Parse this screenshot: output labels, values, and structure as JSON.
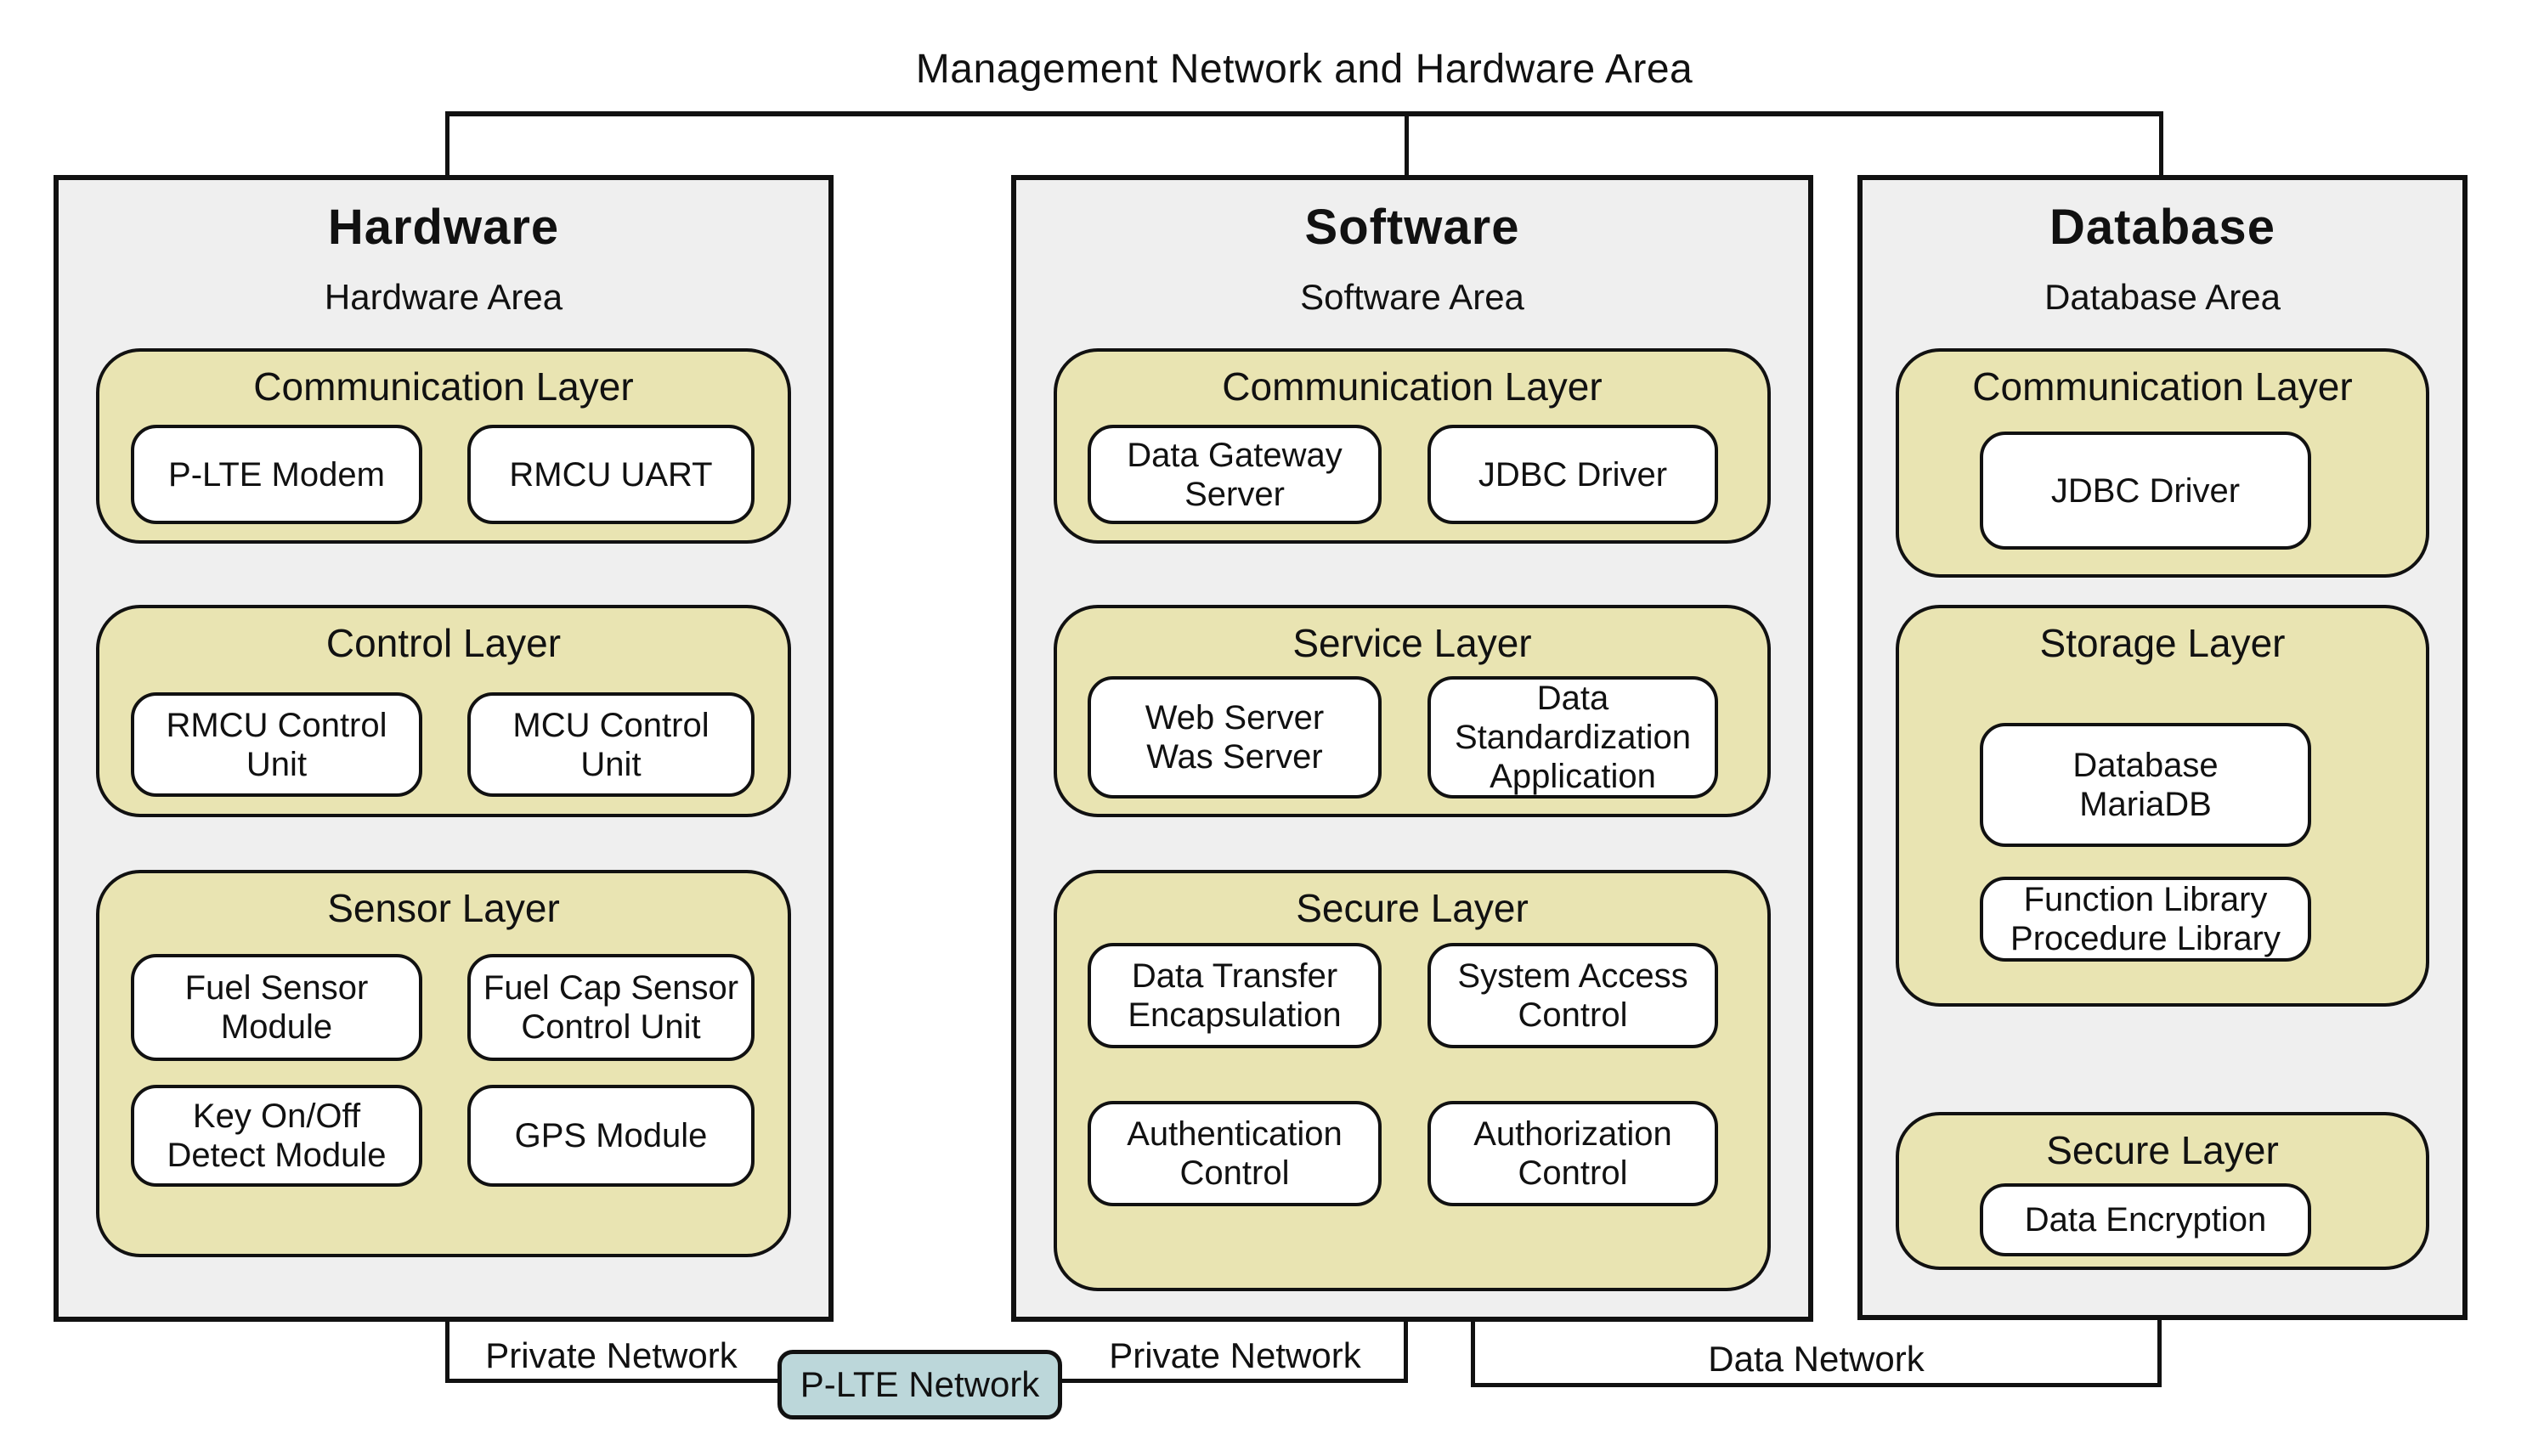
{
  "diagram": {
    "title": "Management Network and Hardware Area",
    "columns": [
      {
        "title": "Hardware",
        "subtitle": "Hardware Area",
        "layers": [
          {
            "name": "Communication Layer",
            "items": [
              "P-LTE Modem",
              "RMCU UART"
            ]
          },
          {
            "name": "Control Layer",
            "items": [
              "RMCU Control\nUnit",
              "MCU Control\nUnit"
            ]
          },
          {
            "name": "Sensor Layer",
            "items": [
              "Fuel Sensor\nModule",
              "Fuel Cap Sensor\nControl Unit",
              "Key On/Off\nDetect Module",
              "GPS Module"
            ]
          }
        ]
      },
      {
        "title": "Software",
        "subtitle": "Software Area",
        "layers": [
          {
            "name": "Communication Layer",
            "items": [
              "Data Gateway\nServer",
              "JDBC Driver"
            ]
          },
          {
            "name": "Service Layer",
            "items": [
              "Web Server\nWas Server",
              "Data\nStandardization\nApplication"
            ]
          },
          {
            "name": "Secure Layer",
            "items": [
              "Data Transfer\nEncapsulation",
              "System Access\nControl",
              "Authentication\nControl",
              "Authorization\nControl"
            ]
          }
        ]
      },
      {
        "title": "Database",
        "subtitle": "Database Area",
        "layers": [
          {
            "name": "Communication Layer",
            "items": [
              "JDBC Driver"
            ]
          },
          {
            "name": "Storage Layer",
            "items": [
              "Database\nMariaDB",
              "Function Library\nProcedure Library"
            ]
          },
          {
            "name": "Secure Layer",
            "items": [
              "Data Encryption"
            ]
          }
        ]
      }
    ],
    "network_labels": {
      "private_left": "Private Network",
      "plte_box": "P-LTE Network",
      "private_right": "Private Network",
      "data": "Data Network"
    }
  },
  "colors": {
    "column-fill": "#efefef",
    "layer-fill": "#e9e4b2",
    "node-fill": "#ffffff",
    "plte-fill": "#bcd7da",
    "line": "#111111"
  }
}
